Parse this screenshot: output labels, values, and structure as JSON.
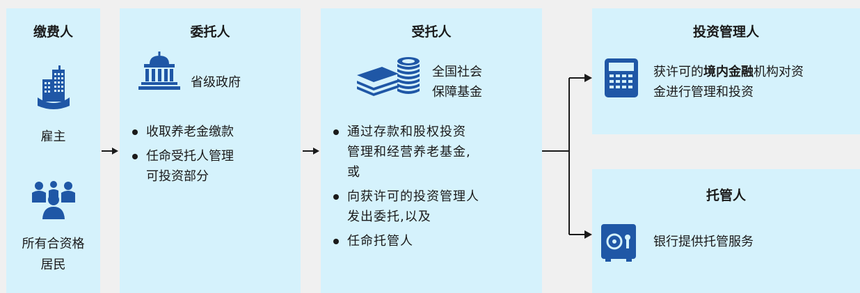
{
  "payer": {
    "title": "缴费人",
    "employer": "雇主",
    "residents": [
      "所有合资格",
      "居民"
    ]
  },
  "trustor": {
    "title": "委托人",
    "entity": "省级政府",
    "bullets": [
      "收取养老金缴款",
      "任命受托人管理",
      "可投资部分"
    ]
  },
  "trustee": {
    "title": "受托人",
    "entity": [
      "全国社会",
      "保障基金"
    ],
    "bullets": [
      "通过存款和股权投资",
      "管理和经营养老基金,",
      "或",
      "向获许可的投资管理人",
      "发出委托,以及",
      "任命托管人"
    ]
  },
  "investment_manager": {
    "title": "投资管理人",
    "desc_pre": "获许可的",
    "desc_bold": "境内金融",
    "desc_post": "机构对资",
    "desc_line2": "金进行管理和投资"
  },
  "custodian": {
    "title": "托管人",
    "desc": "银行提供托管服务"
  },
  "colors": {
    "panel": "#d5f2fc",
    "icon": "#1f57a6",
    "background": "#f0f0f0",
    "text": "#1a1a1a"
  }
}
